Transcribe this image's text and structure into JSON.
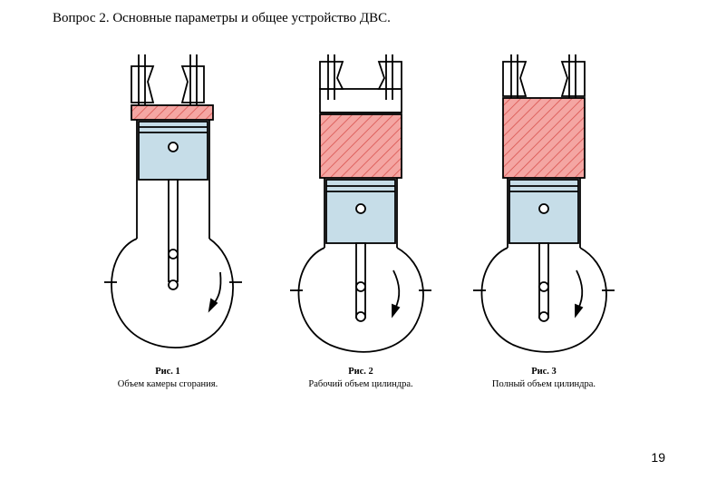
{
  "slide": {
    "title": "Вопрос 2. Основные параметры и общее устройство ДВС.",
    "page_number": "19"
  },
  "colors": {
    "hatch_fill": "#f4a6a3",
    "hatch_line": "#d9534f",
    "piston_fill": "#c6dde8",
    "outline": "#000000"
  },
  "figures": [
    {
      "number": "Рис. 1",
      "caption": "Объем камеры сгорания."
    },
    {
      "number": "Рис. 2",
      "caption": "Рабочий объем цилиндра."
    },
    {
      "number": "Рис. 3",
      "caption": "Полный объем цилиндра."
    }
  ]
}
